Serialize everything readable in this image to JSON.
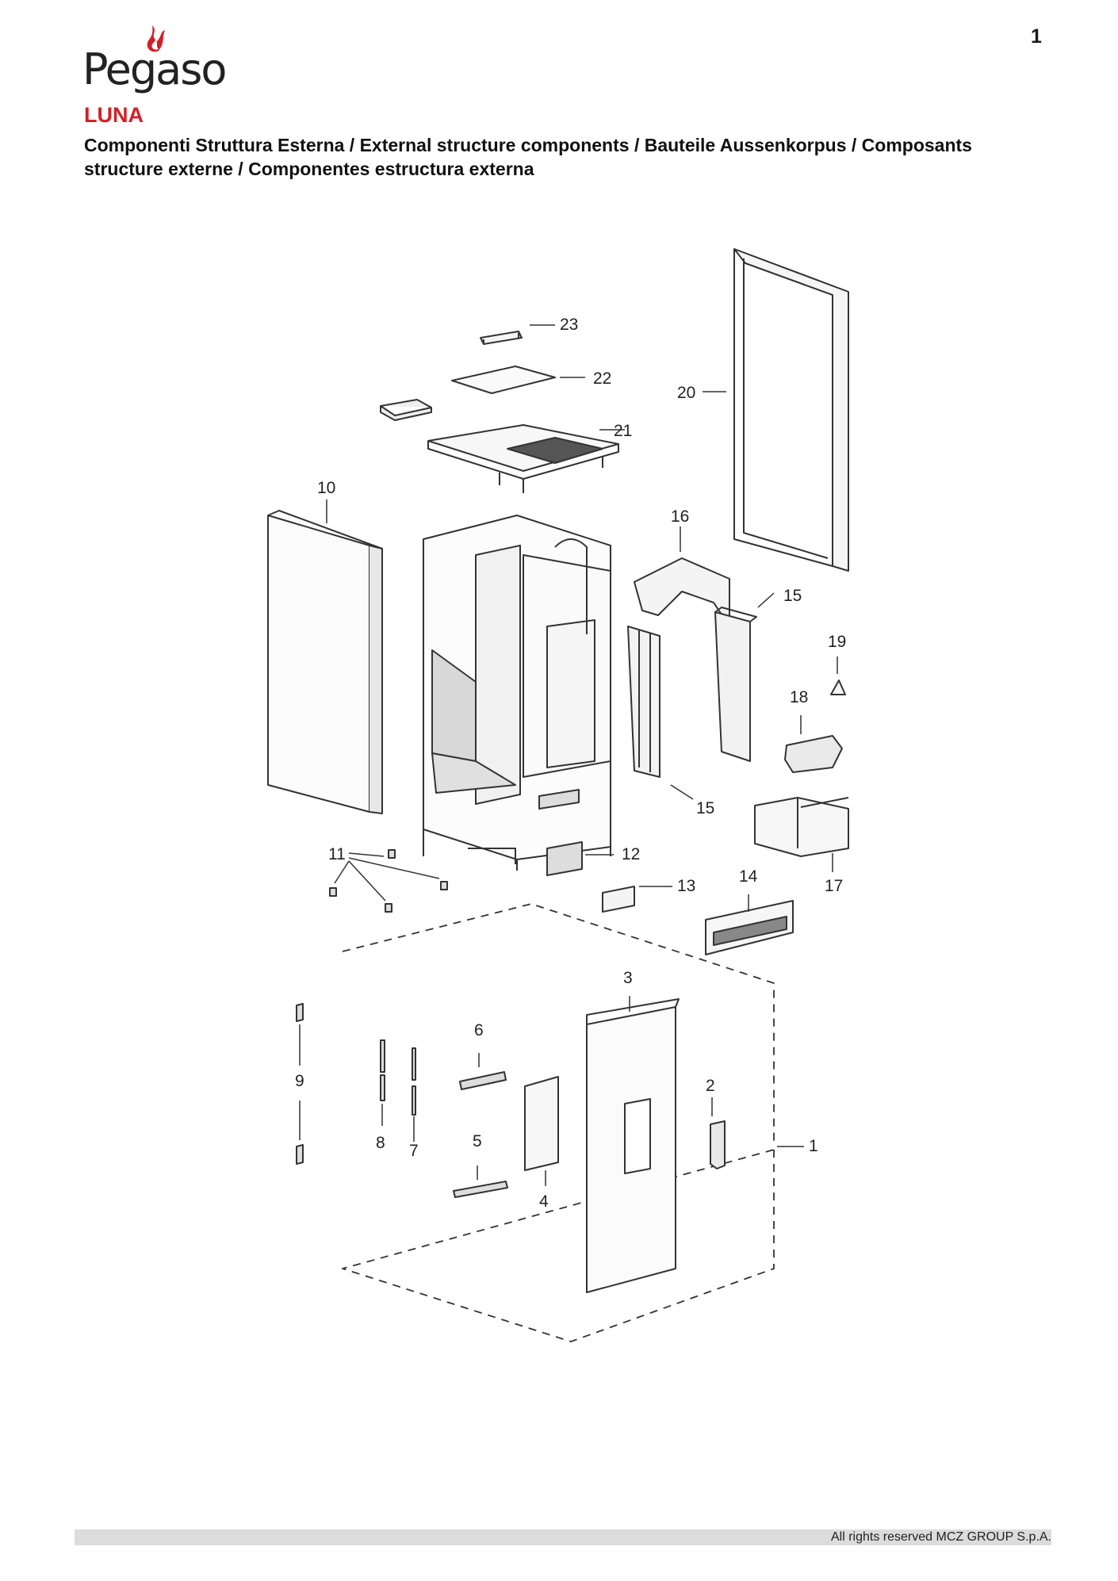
{
  "page_number": "1",
  "brand": {
    "name": "Pegaso",
    "flame_color": "#d1202a"
  },
  "model": "LUNA",
  "subtitle": "Componenti Struttura Esterna / External structure components / Bauteile Aussenkorpus / Composants structure externe / Componentes estructura externa",
  "callouts": [
    "1",
    "2",
    "3",
    "4",
    "5",
    "6",
    "7",
    "8",
    "9",
    "10",
    "11",
    "12",
    "13",
    "14",
    "15",
    "15",
    "16",
    "17",
    "18",
    "19",
    "20",
    "21",
    "22",
    "23"
  ],
  "footer": "All rights reserved MCZ GROUP S.p.A.",
  "colors": {
    "accent": "#d1202a",
    "line": "#333333",
    "footer_bar": "#dcdcdc"
  }
}
